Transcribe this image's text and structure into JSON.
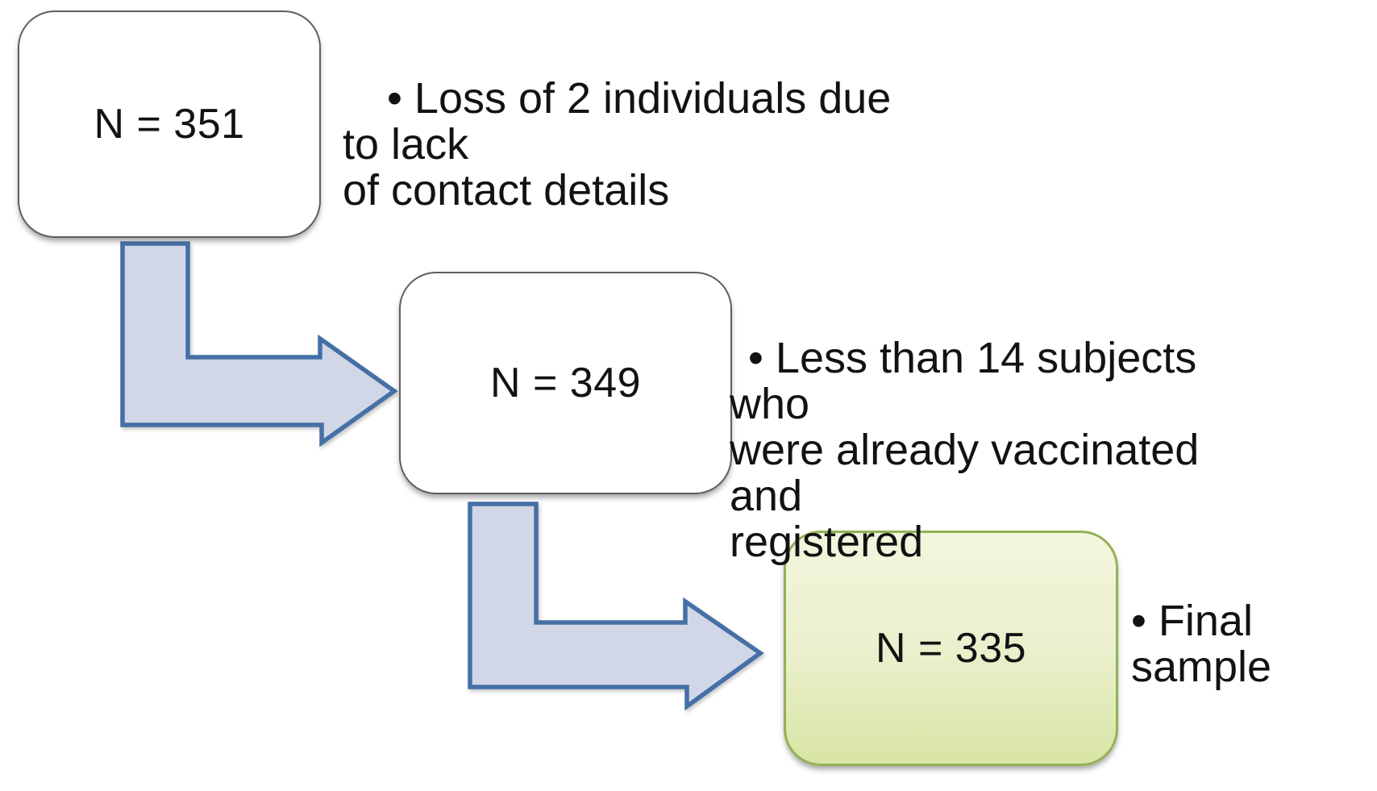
{
  "diagram": {
    "type": "flowchart",
    "nodes": [
      {
        "id": "initial-sample",
        "label": "N = 351",
        "style": "white-rounded-box"
      },
      {
        "id": "after-contact-loss",
        "label": "N = 349",
        "style": "white-rounded-box"
      },
      {
        "id": "final-sample",
        "label": "N = 335",
        "style": "green-rounded-box"
      }
    ],
    "notes": [
      {
        "for": "initial-sample",
        "text": "• Loss of 2 individuals due to lack\nof contact details"
      },
      {
        "for": "after-contact-loss",
        "text": "• Less than 14 subjects who\nwere already vaccinated and\nregistered"
      },
      {
        "for": "final-sample",
        "text": "• Final sample"
      }
    ],
    "connectors": [
      {
        "id": "bent-arrow-1",
        "from": "initial-sample",
        "to": "after-contact-loss",
        "shape": "down-then-right-arrow"
      },
      {
        "id": "bent-arrow-2",
        "from": "after-contact-loss",
        "to": "final-sample",
        "shape": "down-then-right-arrow"
      }
    ],
    "colors": {
      "node_fill": "#ffffff",
      "node_border": "#5e5e5e",
      "final_fill_top": "#f3f6de",
      "final_fill_mid": "#eaf0cc",
      "final_fill_bottom": "#d9e5a5",
      "final_border": "#93b156",
      "arrow_fill": "#d2d7e7",
      "arrow_stroke": "#4470a6",
      "text": "#121212",
      "background": "#ffffff"
    }
  }
}
